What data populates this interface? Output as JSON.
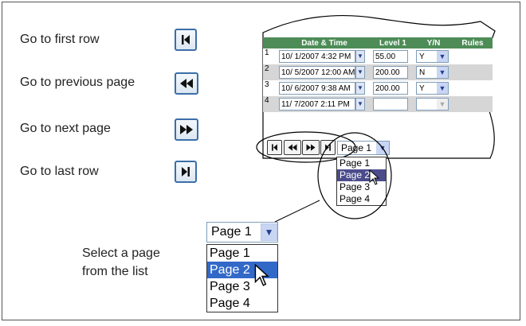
{
  "legend": {
    "first_row": "Go to first row",
    "prev_page": "Go to previous page",
    "next_page": "Go to next page",
    "last_row": "Go to last row"
  },
  "grid": {
    "headers": [
      "Date & Time",
      "Level 1",
      "Y/N",
      "Rules"
    ],
    "rows": [
      {
        "num": "1",
        "datetime": "10/ 1/2007 4:32 PM",
        "level": "55.00",
        "yn": "Y",
        "shaded": false
      },
      {
        "num": "2",
        "datetime": "10/ 5/2007 12:00 AM",
        "level": "200.00",
        "yn": "N",
        "shaded": true
      },
      {
        "num": "3",
        "datetime": "10/ 6/2007 9:38 AM",
        "level": "200.00",
        "yn": "Y",
        "shaded": false
      },
      {
        "num": "4",
        "datetime": "11/ 7/2007 2:11 PM",
        "level": "",
        "yn": "",
        "shaded": true
      }
    ],
    "header_color": "#4d8c57",
    "shade_color": "#d6d6d6"
  },
  "pager": {
    "selected": "Page 1",
    "options": [
      "Page 1",
      "Page 2",
      "Page 3",
      "Page 4"
    ],
    "highlighted": "Page 2"
  },
  "caption": {
    "line1": "Select a page",
    "line2": "from the list"
  },
  "icons": {
    "first": "first-row-icon",
    "prev": "previous-page-icon",
    "next": "next-page-icon",
    "last": "last-row-icon",
    "cursor": "mouse-pointer-icon"
  }
}
